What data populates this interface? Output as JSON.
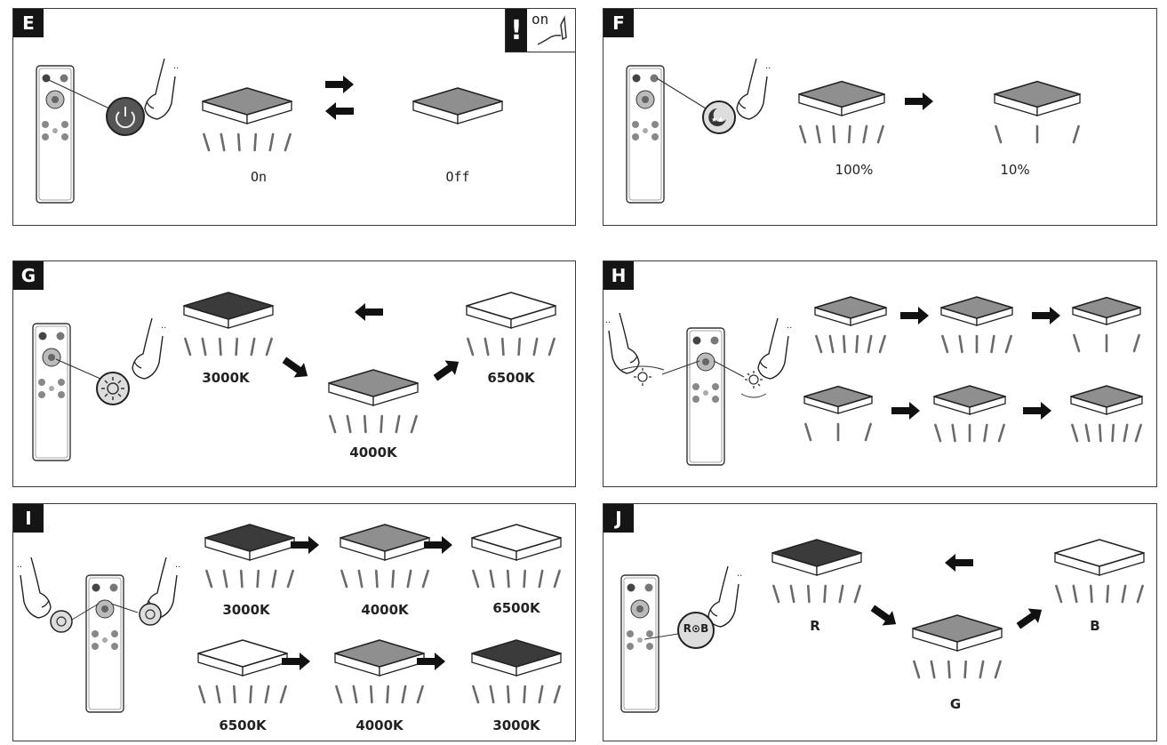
{
  "panels": {
    "E": {
      "tag": "E",
      "note_on": "on",
      "labels": [
        "On",
        "Off"
      ]
    },
    "F": {
      "tag": "F",
      "labels": [
        "100%",
        "10%"
      ]
    },
    "G": {
      "tag": "G",
      "labels": [
        "3000K",
        "4000K",
        "6500K"
      ]
    },
    "H": {
      "tag": "H"
    },
    "I": {
      "tag": "I",
      "top_labels": [
        "3000K",
        "4000K",
        "6500K"
      ],
      "bottom_labels": [
        "6500K",
        "4000K",
        "3000K"
      ]
    },
    "J": {
      "tag": "J",
      "labels": [
        "R",
        "G",
        "B"
      ],
      "button_text": "R⊙B"
    }
  },
  "colors": {
    "dark_lamp": "#3b3b3b",
    "mid_lamp": "#8f8f8f",
    "light_lamp": "#ffffff",
    "tag_bg": "#151515",
    "ray": "#6a6a6a"
  }
}
